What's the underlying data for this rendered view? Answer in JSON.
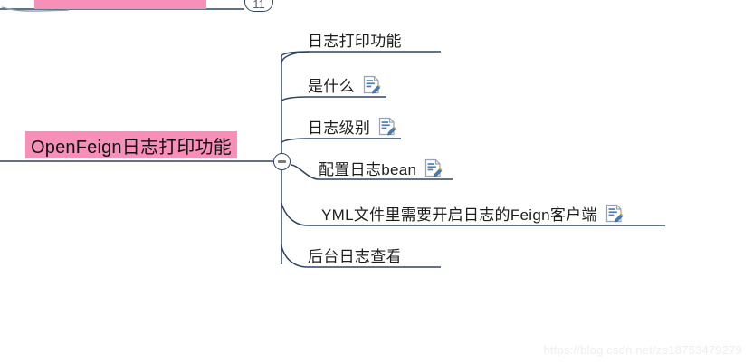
{
  "app": {
    "type": "mindmap",
    "background_color": "#ffffff"
  },
  "colors": {
    "node_highlight": "#f78fb8",
    "branch_line": "#30445f",
    "text": "#1d1d1d",
    "watermark": "#eeeeee",
    "icon_blue": "#4a7ebb",
    "icon_pencil": "#f0a830"
  },
  "top_partial_node": {
    "label": "",
    "highlight_color": "#f78fb8",
    "badge": "11"
  },
  "root": {
    "label": "OpenFeign日志打印功能",
    "highlight_color": "#f78fb8",
    "collapse_button": {
      "name": "collapse-toggle",
      "state": "expanded",
      "glyph": "minus"
    }
  },
  "children": [
    {
      "label": "日志打印功能",
      "icon": null
    },
    {
      "label": "是什么",
      "icon": "note-edit-icon"
    },
    {
      "label": "日志级别",
      "icon": "note-edit-icon"
    },
    {
      "label": "配置日志bean",
      "icon": "note-edit-icon"
    },
    {
      "label": "YML文件里需要开启日志的Feign客户端",
      "icon": "note-edit-icon"
    },
    {
      "label": "后台日志查看",
      "icon": null
    }
  ],
  "watermark": {
    "text": "https://blog.csdn.net/zs18753479279"
  }
}
